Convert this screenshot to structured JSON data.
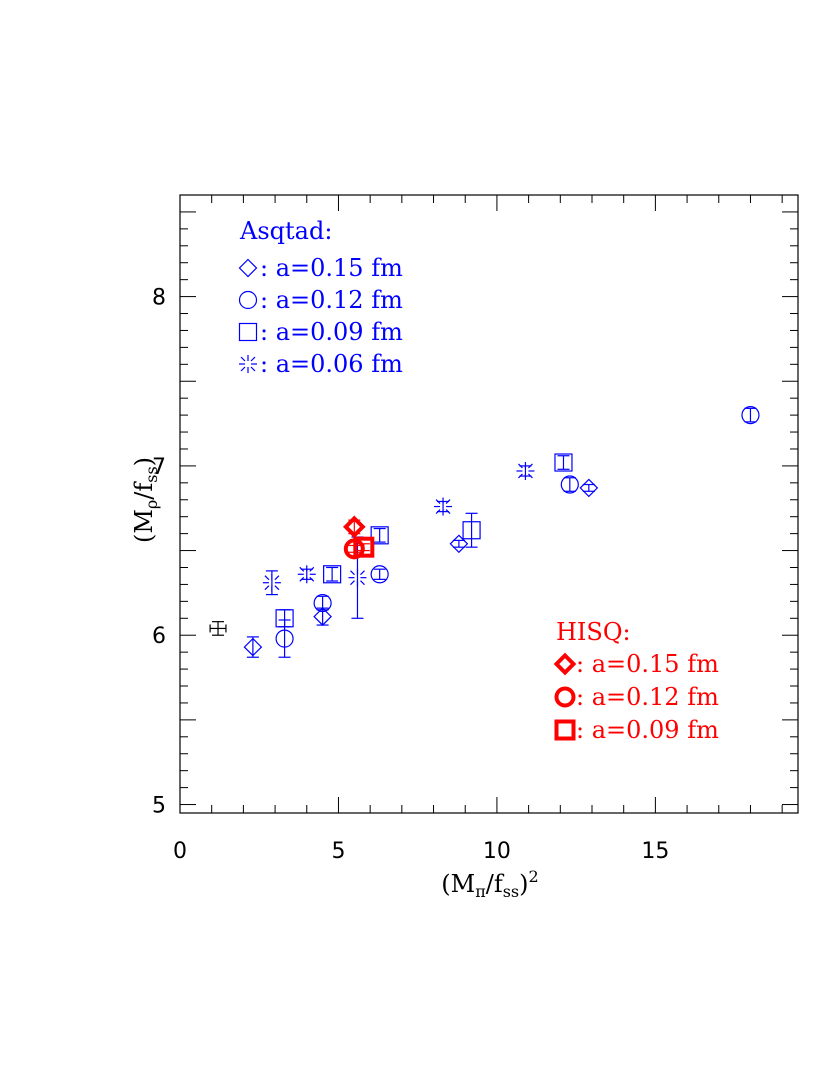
{
  "chart_data": {
    "type": "scatter",
    "title": "",
    "xlabel": "(M_π/f_ss)^2",
    "ylabel": "(M_ρ/f_ss)",
    "xlim": [
      0,
      19.5
    ],
    "ylim": [
      4.95,
      8.6
    ],
    "x_ticks": [
      0,
      5,
      10,
      15
    ],
    "y_ticks": [
      5,
      6,
      7,
      8
    ],
    "x_tick_labels": [
      "0",
      "5",
      "10",
      "15"
    ],
    "y_tick_labels": [
      "5",
      "6",
      "7",
      "8"
    ],
    "grid": false,
    "colors": {
      "asqtad": "#0000ff",
      "hisq": "#ff0000",
      "experiment": "#000000"
    },
    "legends": [
      {
        "title": "Asqtad:",
        "color": "#0000ff",
        "placement": "top-left",
        "entries": [
          {
            "marker": "diamond",
            "label": ": a=0.15 fm"
          },
          {
            "marker": "circle",
            "label": ": a=0.12 fm"
          },
          {
            "marker": "square",
            "label": ": a=0.09 fm"
          },
          {
            "marker": "burst",
            "label": ": a=0.06 fm"
          }
        ]
      },
      {
        "title": "HISQ:",
        "color": "#ff0000",
        "placement": "bottom-right",
        "entries": [
          {
            "marker": "diamond-bold",
            "label": ": a=0.15 fm"
          },
          {
            "marker": "circle-bold",
            "label": ": a=0.12 fm"
          },
          {
            "marker": "square-bold",
            "label": ": a=0.09 fm"
          }
        ]
      }
    ],
    "series": [
      {
        "group": "asqtad",
        "marker": "diamond",
        "color": "#0000ff",
        "points": [
          {
            "x": 2.3,
            "y": 5.93,
            "yerr": 0.06
          },
          {
            "x": 4.5,
            "y": 6.11,
            "yerr": 0.05
          },
          {
            "x": 8.8,
            "y": 6.54,
            "yerr": 0.02
          },
          {
            "x": 12.9,
            "y": 6.87,
            "yerr": 0.02
          }
        ]
      },
      {
        "group": "asqtad",
        "marker": "circle",
        "color": "#0000ff",
        "points": [
          {
            "x": 3.3,
            "y": 5.98,
            "yerr": 0.11
          },
          {
            "x": 4.5,
            "y": 6.19,
            "yerr": 0.04
          },
          {
            "x": 6.3,
            "y": 6.36,
            "yerr": 0.03
          },
          {
            "x": 12.3,
            "y": 6.89,
            "yerr": 0.04
          },
          {
            "x": 18.0,
            "y": 7.3,
            "yerr": 0.04
          }
        ]
      },
      {
        "group": "asqtad",
        "marker": "square",
        "color": "#0000ff",
        "points": [
          {
            "x": 3.3,
            "y": 6.1,
            "yerr": 0.05
          },
          {
            "x": 4.8,
            "y": 6.36,
            "yerr": 0.04
          },
          {
            "x": 6.3,
            "y": 6.59,
            "yerr": 0.04
          },
          {
            "x": 9.2,
            "y": 6.62,
            "yerr": 0.1
          },
          {
            "x": 12.1,
            "y": 7.02,
            "yerr": 0.04
          }
        ]
      },
      {
        "group": "asqtad",
        "marker": "burst",
        "color": "#0000ff",
        "points": [
          {
            "x": 2.9,
            "y": 6.31,
            "yerr": 0.07
          },
          {
            "x": 4.0,
            "y": 6.36,
            "yerr": 0.03
          },
          {
            "x": 5.6,
            "y": 6.34,
            "yerr": 0.24
          },
          {
            "x": 8.3,
            "y": 6.76,
            "yerr": 0.03
          },
          {
            "x": 10.9,
            "y": 6.97,
            "yerr": 0.03
          }
        ]
      },
      {
        "group": "hisq",
        "marker": "diamond-bold",
        "color": "#ff0000",
        "points": [
          {
            "x": 5.5,
            "y": 6.64,
            "yerr": 0.04
          }
        ]
      },
      {
        "group": "hisq",
        "marker": "circle-bold",
        "color": "#ff0000",
        "points": [
          {
            "x": 5.5,
            "y": 6.51,
            "yerr": 0.02
          }
        ]
      },
      {
        "group": "hisq",
        "marker": "square-bold",
        "color": "#ff0000",
        "points": [
          {
            "x": 5.8,
            "y": 6.52,
            "yerr": 0.02
          }
        ]
      },
      {
        "group": "experiment",
        "marker": "cross",
        "color": "#000000",
        "points": [
          {
            "x": 1.2,
            "y": 6.04,
            "xerr": 0.25,
            "yerr": 0.04
          }
        ]
      }
    ]
  }
}
